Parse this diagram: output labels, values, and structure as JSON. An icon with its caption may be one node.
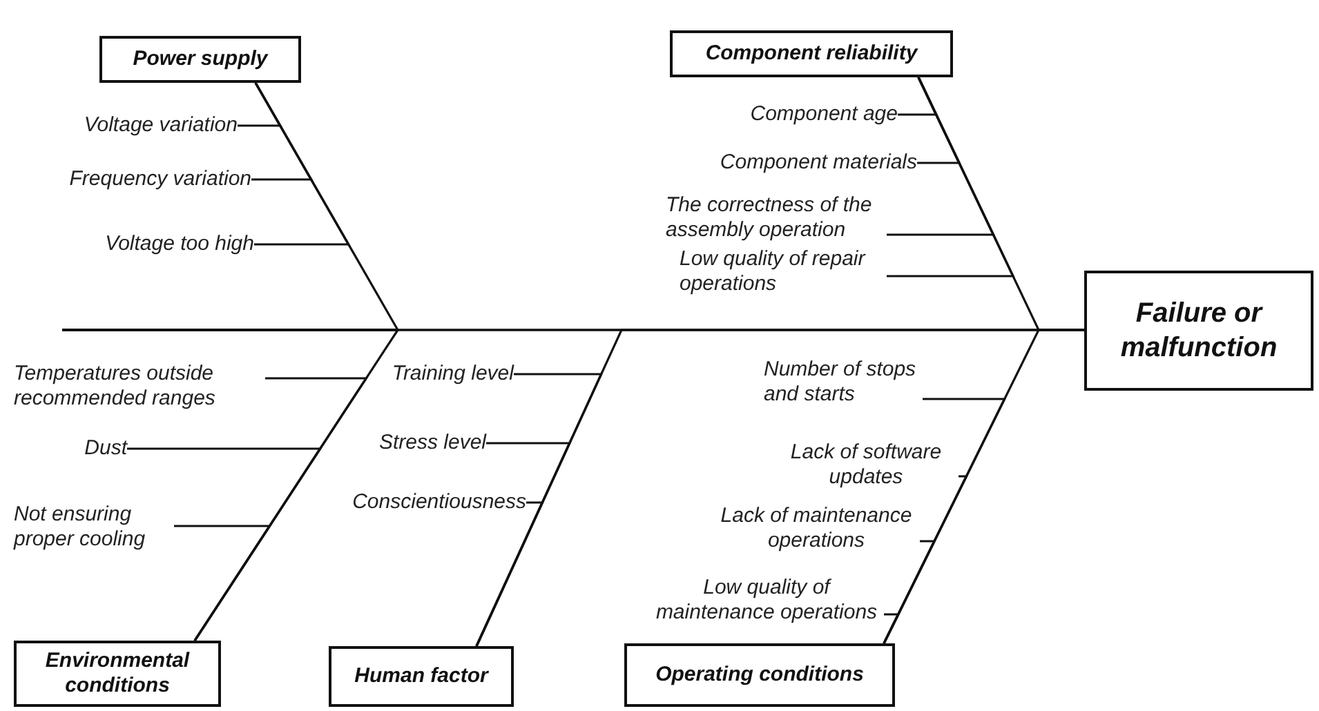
{
  "diagram": {
    "nodes": [
      {
        "text": [
          "Power supply"
        ]
      },
      {
        "text": [
          "Voltage variation"
        ]
      },
      {
        "text": [
          "Frequency variation"
        ]
      },
      {
        "text": [
          "Voltage too high"
        ]
      },
      {
        "text": [
          "Component reliability"
        ]
      },
      {
        "text": [
          "Component age"
        ]
      },
      {
        "text": [
          "Component materials"
        ]
      },
      {
        "text": [
          "The correctness of the assembly operation"
        ]
      },
      {
        "text": [
          "Low quality of repair operations"
        ]
      },
      {
        "text": [
          "Failure or malfunction"
        ]
      },
      {
        "text": [
          "Temperatures outside recommended ranges"
        ]
      },
      {
        "text": [
          "Dust"
        ]
      },
      {
        "text": [
          "Not ensuring proper cooling"
        ]
      },
      {
        "text": [
          "Training level"
        ]
      },
      {
        "text": [
          "Stress level"
        ]
      },
      {
        "text": [
          "Conscientiousness"
        ]
      },
      {
        "text": [
          "Number of stops and starts"
        ]
      },
      {
        "text": [
          "Lack of software updates"
        ]
      },
      {
        "text": [
          "Lack of maintenance operations"
        ]
      },
      {
        "text": [
          "Low quality of maintenance operations"
        ]
      },
      {
        "text": [
          "Environmental conditions"
        ]
      },
      {
        "text": [
          "Human factor"
        ]
      },
      {
        "text": [
          "Operating conditions"
        ]
      }
    ],
    "edges": [
      {
        "from": 1,
        "to": 0,
        "arrow": "none"
      },
      {
        "from": 2,
        "to": 0,
        "arrow": "none"
      },
      {
        "from": 3,
        "to": 0,
        "arrow": "none"
      },
      {
        "from": 5,
        "to": 4,
        "arrow": "none"
      },
      {
        "from": 6,
        "to": 4,
        "arrow": "none"
      },
      {
        "from": 7,
        "to": 4,
        "arrow": "none"
      },
      {
        "from": 8,
        "to": 4,
        "arrow": "none"
      },
      {
        "from": 0,
        "to": 9,
        "arrow": "none"
      },
      {
        "from": 4,
        "to": 9,
        "arrow": "none"
      },
      {
        "from": 10,
        "to": 20,
        "arrow": "none"
      },
      {
        "from": 11,
        "to": 20,
        "arrow": "none"
      },
      {
        "from": 12,
        "to": 20,
        "arrow": "none"
      },
      {
        "from": 13,
        "to": 21,
        "arrow": "none"
      },
      {
        "from": 14,
        "to": 21,
        "arrow": "none"
      },
      {
        "from": 15,
        "to": 21,
        "arrow": "none"
      },
      {
        "from": 16,
        "to": 22,
        "arrow": "none"
      },
      {
        "from": 17,
        "to": 22,
        "arrow": "none"
      },
      {
        "from": 18,
        "to": 22,
        "arrow": "none"
      },
      {
        "from": 19,
        "to": 22,
        "arrow": "none"
      },
      {
        "from": 20,
        "to": 9,
        "arrow": "none"
      },
      {
        "from": 21,
        "to": 9,
        "arrow": "none"
      },
      {
        "from": 22,
        "to": 9,
        "arrow": "none"
      }
    ]
  }
}
